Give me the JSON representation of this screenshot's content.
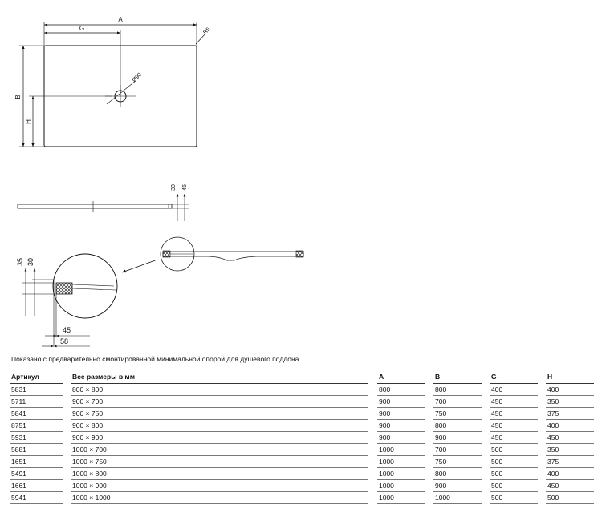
{
  "drawing": {
    "top_view": {
      "dim_A": "A",
      "dim_G": "G",
      "dim_B": "B",
      "dim_H": "H",
      "radius": "R5",
      "drain": "Ø90"
    },
    "side_view": {
      "dim_30": "30",
      "dim_45": "45"
    },
    "detail_view": {
      "dim_35": "35",
      "dim_30": "30",
      "dim_45": "45",
      "dim_58": "58"
    }
  },
  "caption": "Показано с предварительно смонтированной минимальной опорой для душевого поддона.",
  "table": {
    "headers": [
      "Артикул",
      "Все размеры в мм",
      "A",
      "B",
      "G",
      "H"
    ],
    "rows": [
      [
        "5831",
        "800 × 800",
        "800",
        "800",
        "400",
        "400"
      ],
      [
        "5711",
        "900 × 700",
        "900",
        "700",
        "450",
        "350"
      ],
      [
        "5841",
        "900 × 750",
        "900",
        "750",
        "450",
        "375"
      ],
      [
        "8751",
        "900 × 800",
        "900",
        "800",
        "450",
        "400"
      ],
      [
        "5931",
        "900 × 900",
        "900",
        "900",
        "450",
        "450"
      ],
      [
        "5881",
        "1000 × 700",
        "1000",
        "700",
        "500",
        "350"
      ],
      [
        "1651",
        "1000 × 750",
        "1000",
        "750",
        "500",
        "375"
      ],
      [
        "5491",
        "1000 × 800",
        "1000",
        "800",
        "500",
        "400"
      ],
      [
        "1661",
        "1000 × 900",
        "1000",
        "900",
        "500",
        "450"
      ],
      [
        "5941",
        "1000 × 1000",
        "1000",
        "1000",
        "500",
        "500"
      ]
    ]
  }
}
